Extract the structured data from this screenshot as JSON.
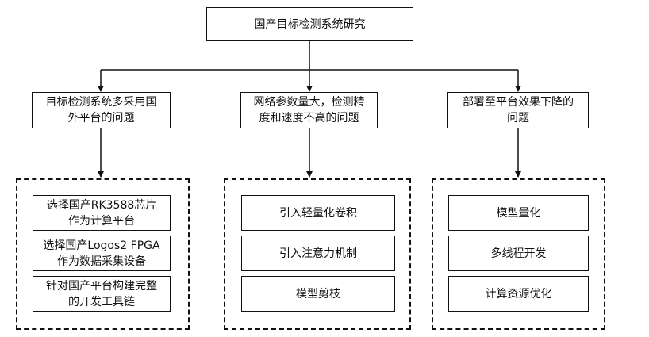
{
  "root": {
    "label": "国产目标检测系统研究"
  },
  "problems": [
    {
      "line1": "目标检测系统多采用国",
      "line2": "外平台的问题"
    },
    {
      "line1": "网络参数量大，检测精",
      "line2": "度和速度不高的问题"
    },
    {
      "line1": "部署至平台效果下降的",
      "line2": "问题"
    }
  ],
  "groups": [
    {
      "items": [
        {
          "line1": "选择国产RK3588芯片",
          "line2": "作为计算平台"
        },
        {
          "line1": "选择国产Logos2 FPGA",
          "line2": "作为数据采集设备"
        },
        {
          "line1": "针对国产平台构建完整",
          "line2": "的开发工具链"
        }
      ]
    },
    {
      "items": [
        {
          "line1": "引入轻量化卷积",
          "line2": ""
        },
        {
          "line1": "引入注意力机制",
          "line2": ""
        },
        {
          "line1": "模型剪枝",
          "line2": ""
        }
      ]
    },
    {
      "items": [
        {
          "line1": "模型量化",
          "line2": ""
        },
        {
          "line1": "多线程开发",
          "line2": ""
        },
        {
          "line1": "计算资源优化",
          "line2": ""
        }
      ]
    }
  ]
}
